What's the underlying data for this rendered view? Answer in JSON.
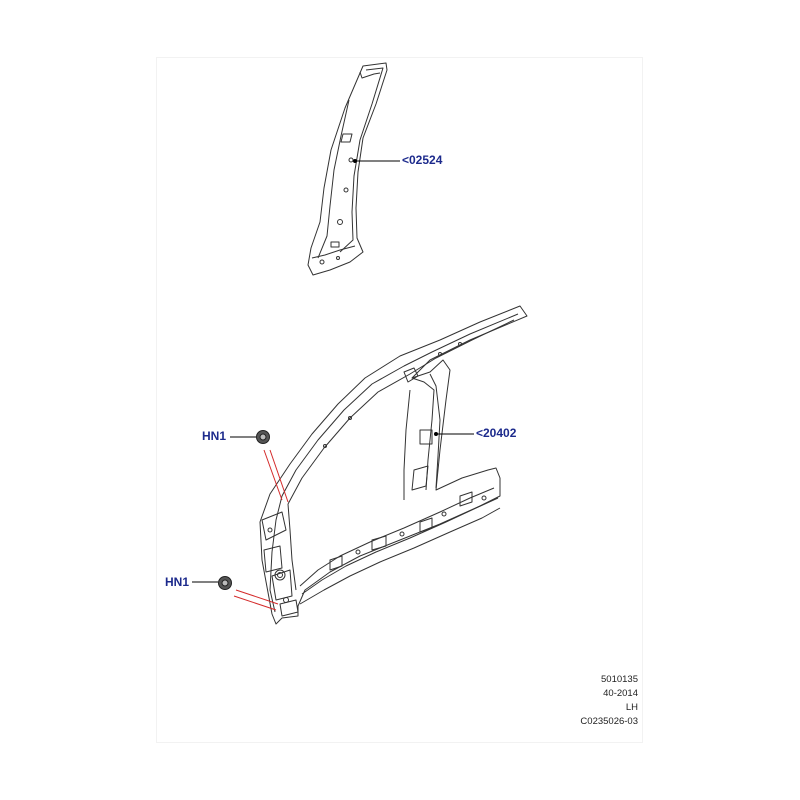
{
  "callouts": {
    "part_upper": "<02524",
    "part_lower": "<20402",
    "fastener_upper": "HN1",
    "fastener_lower": "HN1"
  },
  "reference": {
    "line1": "5010135",
    "line2": "40-2014",
    "line3": "LH",
    "line4": "C0235026-03"
  },
  "colors": {
    "callout_text": "#1c2a8c",
    "leader": "#000000",
    "highlight": "#d42a2a",
    "part_outline": "#333333"
  }
}
